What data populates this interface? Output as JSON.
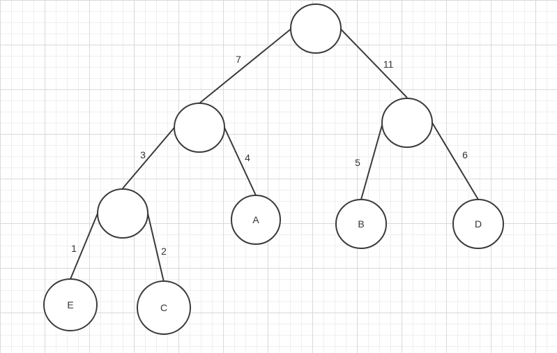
{
  "diagram": {
    "nodes": [
      {
        "id": "root",
        "label": ""
      },
      {
        "id": "n7",
        "label": ""
      },
      {
        "id": "n11",
        "label": ""
      },
      {
        "id": "n3",
        "label": ""
      },
      {
        "id": "A",
        "label": "A"
      },
      {
        "id": "B",
        "label": "B"
      },
      {
        "id": "D",
        "label": "D"
      },
      {
        "id": "E",
        "label": "E"
      },
      {
        "id": "C",
        "label": "C"
      }
    ],
    "edges": [
      {
        "from": "root",
        "to": "n7",
        "weight": "7"
      },
      {
        "from": "root",
        "to": "n11",
        "weight": "11"
      },
      {
        "from": "n7",
        "to": "n3",
        "weight": "3"
      },
      {
        "from": "n7",
        "to": "A",
        "weight": "4"
      },
      {
        "from": "n11",
        "to": "B",
        "weight": "5"
      },
      {
        "from": "n11",
        "to": "D",
        "weight": "6"
      },
      {
        "from": "n3",
        "to": "E",
        "weight": "1"
      },
      {
        "from": "n3",
        "to": "C",
        "weight": "2"
      }
    ]
  }
}
